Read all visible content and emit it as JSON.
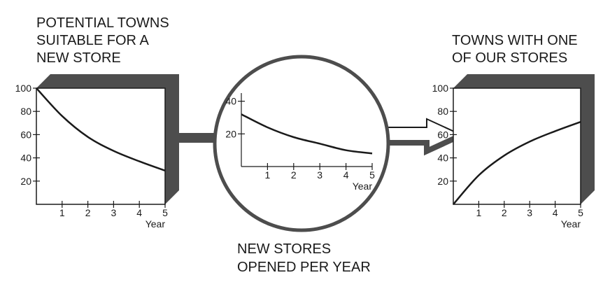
{
  "left_stock": {
    "title_lines": [
      "POTENTIAL TOWNS",
      "SUITABLE FOR A",
      "NEW STORE"
    ],
    "chart_data": {
      "type": "line",
      "x": [
        0,
        1,
        2,
        3,
        4,
        5
      ],
      "y_ticks": [
        20,
        40,
        60,
        80,
        100
      ],
      "x_ticks": [
        1,
        2,
        3,
        4,
        5
      ],
      "xlabel": "Year",
      "ylabel": "",
      "ylim": [
        0,
        100
      ],
      "xlim": [
        0,
        5
      ],
      "series": [
        {
          "values": [
            100,
            76,
            58,
            46,
            37,
            29
          ]
        }
      ]
    }
  },
  "flow": {
    "title_lines": [
      "NEW STORES",
      "OPENED PER YEAR"
    ],
    "chart_data": {
      "type": "line",
      "x": [
        0,
        1,
        2,
        3,
        4,
        5
      ],
      "y_ticks": [
        20,
        40
      ],
      "x_ticks": [
        1,
        2,
        3,
        4,
        5
      ],
      "xlabel": "Year",
      "ylabel": "",
      "ylim": [
        0,
        45
      ],
      "xlim": [
        0,
        5
      ],
      "series": [
        {
          "values": [
            32,
            24,
            18,
            14,
            10,
            8
          ]
        }
      ]
    }
  },
  "right_stock": {
    "title_lines": [
      "TOWNS WITH ONE",
      "OF OUR STORES"
    ],
    "chart_data": {
      "type": "line",
      "x": [
        0,
        1,
        2,
        3,
        4,
        5
      ],
      "y_ticks": [
        20,
        40,
        60,
        80,
        100
      ],
      "x_ticks": [
        1,
        2,
        3,
        4,
        5
      ],
      "xlabel": "Year",
      "ylabel": "",
      "ylim": [
        0,
        100
      ],
      "xlim": [
        0,
        5
      ],
      "series": [
        {
          "values": [
            0,
            25,
            42,
            54,
            63,
            71
          ]
        }
      ]
    }
  },
  "colors": {
    "shadow": "#4d4d4d",
    "ink": "#1a1a1a",
    "box": "#ffffff"
  }
}
